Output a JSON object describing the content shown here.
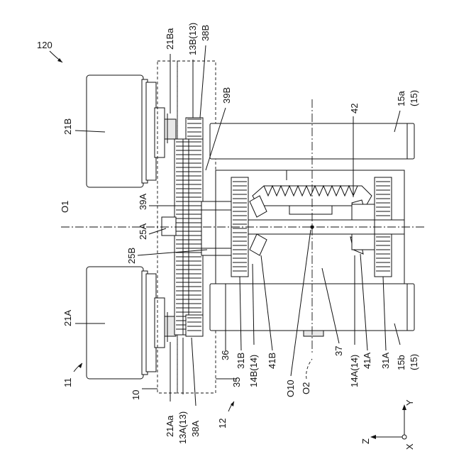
{
  "labels": {
    "fig_ref": "120",
    "unit": "11",
    "casing_10": "10",
    "module_12": "12",
    "motor_b": "21B",
    "motor_a": "21A",
    "shaft_b": "21Ba",
    "shaft_a": "21Aa",
    "gear_b": "13B(13)",
    "gear_a": "13A(13)",
    "teeth_b": "38B",
    "teeth_a": "38A",
    "gear_39b": "39B",
    "gear_39a": "39A",
    "axis_o1": "O1",
    "shaft_25a": "25A",
    "shaft_25b": "25B",
    "part_36": "36",
    "part_35": "35",
    "part_31b": "31B",
    "part_14b": "14B(14)",
    "part_41b": "41B",
    "center_o10": "O10",
    "axis_o2": "O2",
    "part_37": "37",
    "part_14a": "14A(14)",
    "part_41a": "41A",
    "part_31a": "31A",
    "wheel_15b": "15b",
    "wheel_15b_group": "(15)",
    "wheel_15a": "15a",
    "wheel_15a_group": "(15)",
    "part_42": "42"
  },
  "coordinate_axes": {
    "z": "Z",
    "y": "Y",
    "x": "X"
  }
}
